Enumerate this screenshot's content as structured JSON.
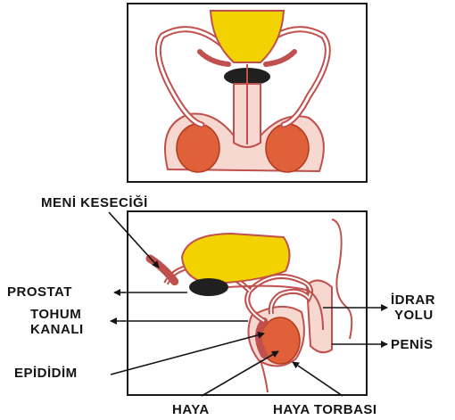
{
  "labels": {
    "seminal_vesicle": "MENİ KESECİĞİ",
    "prostate": "PROSTAT",
    "vas_deferens_1": "TOHUM",
    "vas_deferens_2": "KANALI",
    "epididymis": "EPİDİDİM",
    "testis": "HAYA",
    "scrotum": "HAYA TORBASI",
    "urethra_1": "İDRAR",
    "urethra_2": "YOLU",
    "penis": "PENİS"
  },
  "colors": {
    "outline": "#c0504d",
    "bladder": "#f2d200",
    "testis": "#e0603a",
    "tissue": "#f7d8d0",
    "text": "#141414"
  }
}
